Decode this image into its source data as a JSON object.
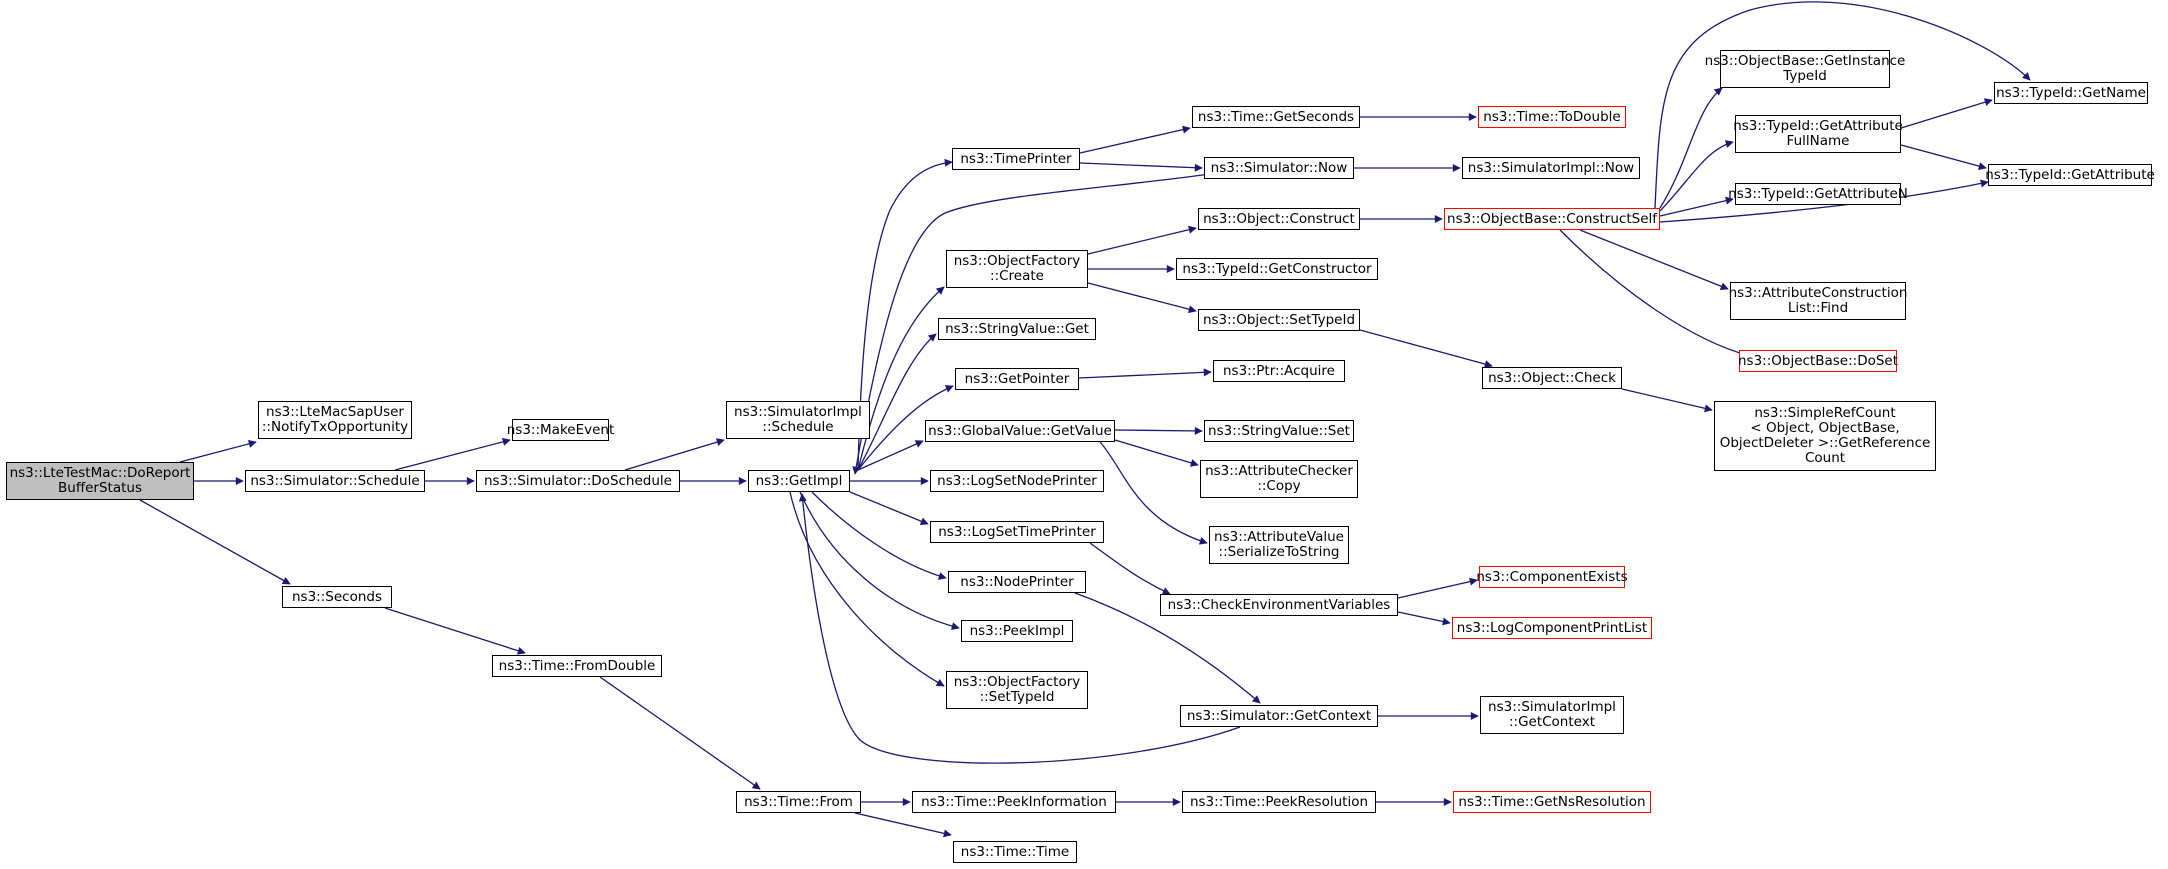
{
  "colors": {
    "edge": "#191970",
    "box_border": "#000000",
    "truncated_border": "#ff0000",
    "root_fill": "#bfbfbf"
  },
  "nodes": [
    {
      "id": "root",
      "label": "ns3::LteTestMac::DoReport\nBufferStatus",
      "root": true
    },
    {
      "id": "notify",
      "label": "ns3::LteMacSapUser\n::NotifyTxOpportunity"
    },
    {
      "id": "schedule",
      "label": "ns3::Simulator::Schedule"
    },
    {
      "id": "seconds",
      "label": "ns3::Seconds"
    },
    {
      "id": "makeevent",
      "label": "ns3::MakeEvent"
    },
    {
      "id": "doschedule",
      "label": "ns3::Simulator::DoSchedule"
    },
    {
      "id": "fromdouble",
      "label": "ns3::Time::FromDouble"
    },
    {
      "id": "simimplschedule",
      "label": "ns3::SimulatorImpl\n::Schedule"
    },
    {
      "id": "getimpl",
      "label": "ns3::GetImpl"
    },
    {
      "id": "timefrom",
      "label": "ns3::Time::From"
    },
    {
      "id": "timeprinter",
      "label": "ns3::TimePrinter"
    },
    {
      "id": "ofcreate",
      "label": "ns3::ObjectFactory\n::Create"
    },
    {
      "id": "svget",
      "label": "ns3::StringValue::Get"
    },
    {
      "id": "getpointer",
      "label": "ns3::GetPointer"
    },
    {
      "id": "gvgetvalue",
      "label": "ns3::GlobalValue::GetValue"
    },
    {
      "id": "logsetnode",
      "label": "ns3::LogSetNodePrinter"
    },
    {
      "id": "logsettime",
      "label": "ns3::LogSetTimePrinter"
    },
    {
      "id": "nodeprinter",
      "label": "ns3::NodePrinter"
    },
    {
      "id": "peekimpl",
      "label": "ns3::PeekImpl"
    },
    {
      "id": "ofsettypeid",
      "label": "ns3::ObjectFactory\n::SetTypeId"
    },
    {
      "id": "peekinfo",
      "label": "ns3::Time::PeekInformation"
    },
    {
      "id": "timetime",
      "label": "ns3::Time::Time"
    },
    {
      "id": "getseconds",
      "label": "ns3::Time::GetSeconds"
    },
    {
      "id": "simnow",
      "label": "ns3::Simulator::Now"
    },
    {
      "id": "objconstruct",
      "label": "ns3::Object::Construct"
    },
    {
      "id": "getconstructor",
      "label": "ns3::TypeId::GetConstructor"
    },
    {
      "id": "objsettypeid",
      "label": "ns3::Object::SetTypeId"
    },
    {
      "id": "ptracquire",
      "label": "ns3::Ptr::Acquire"
    },
    {
      "id": "svset",
      "label": "ns3::StringValue::Set"
    },
    {
      "id": "acopy",
      "label": "ns3::AttributeChecker\n::Copy"
    },
    {
      "id": "aserialize",
      "label": "ns3::AttributeValue\n::SerializeToString"
    },
    {
      "id": "checkenv",
      "label": "ns3::CheckEnvironmentVariables"
    },
    {
      "id": "getcontext",
      "label": "ns3::Simulator::GetContext"
    },
    {
      "id": "peekres",
      "label": "ns3::Time::PeekResolution"
    },
    {
      "id": "todouble",
      "label": "ns3::Time::ToDouble",
      "trunc": true
    },
    {
      "id": "simimplnow",
      "label": "ns3::SimulatorImpl::Now"
    },
    {
      "id": "constructself",
      "label": "ns3::ObjectBase::ConstructSelf",
      "trunc": true
    },
    {
      "id": "objcheck",
      "label": "ns3::Object::Check"
    },
    {
      "id": "compexists",
      "label": "ns3::ComponentExists",
      "trunc": true
    },
    {
      "id": "logcomplist",
      "label": "ns3::LogComponentPrintList",
      "trunc": true
    },
    {
      "id": "simimplgetctx",
      "label": "ns3::SimulatorImpl\n::GetContext"
    },
    {
      "id": "getnsres",
      "label": "ns3::Time::GetNsResolution",
      "trunc": true
    },
    {
      "id": "getinstancetypeid",
      "label": "ns3::ObjectBase::GetInstance\nTypeId"
    },
    {
      "id": "getattrfull",
      "label": "ns3::TypeId::GetAttribute\nFullName"
    },
    {
      "id": "getattrn",
      "label": "ns3::TypeId::GetAttributeN"
    },
    {
      "id": "aclfind",
      "label": "ns3::AttributeConstruction\nList::Find"
    },
    {
      "id": "doset",
      "label": "ns3::ObjectBase::DoSet",
      "trunc": true
    },
    {
      "id": "simplerefcount",
      "label": "ns3::SimpleRefCount\n< Object, ObjectBase,\nObjectDeleter >::GetReference\nCount"
    },
    {
      "id": "getname",
      "label": "ns3::TypeId::GetName"
    },
    {
      "id": "getattribute",
      "label": "ns3::TypeId::GetAttribute"
    }
  ]
}
